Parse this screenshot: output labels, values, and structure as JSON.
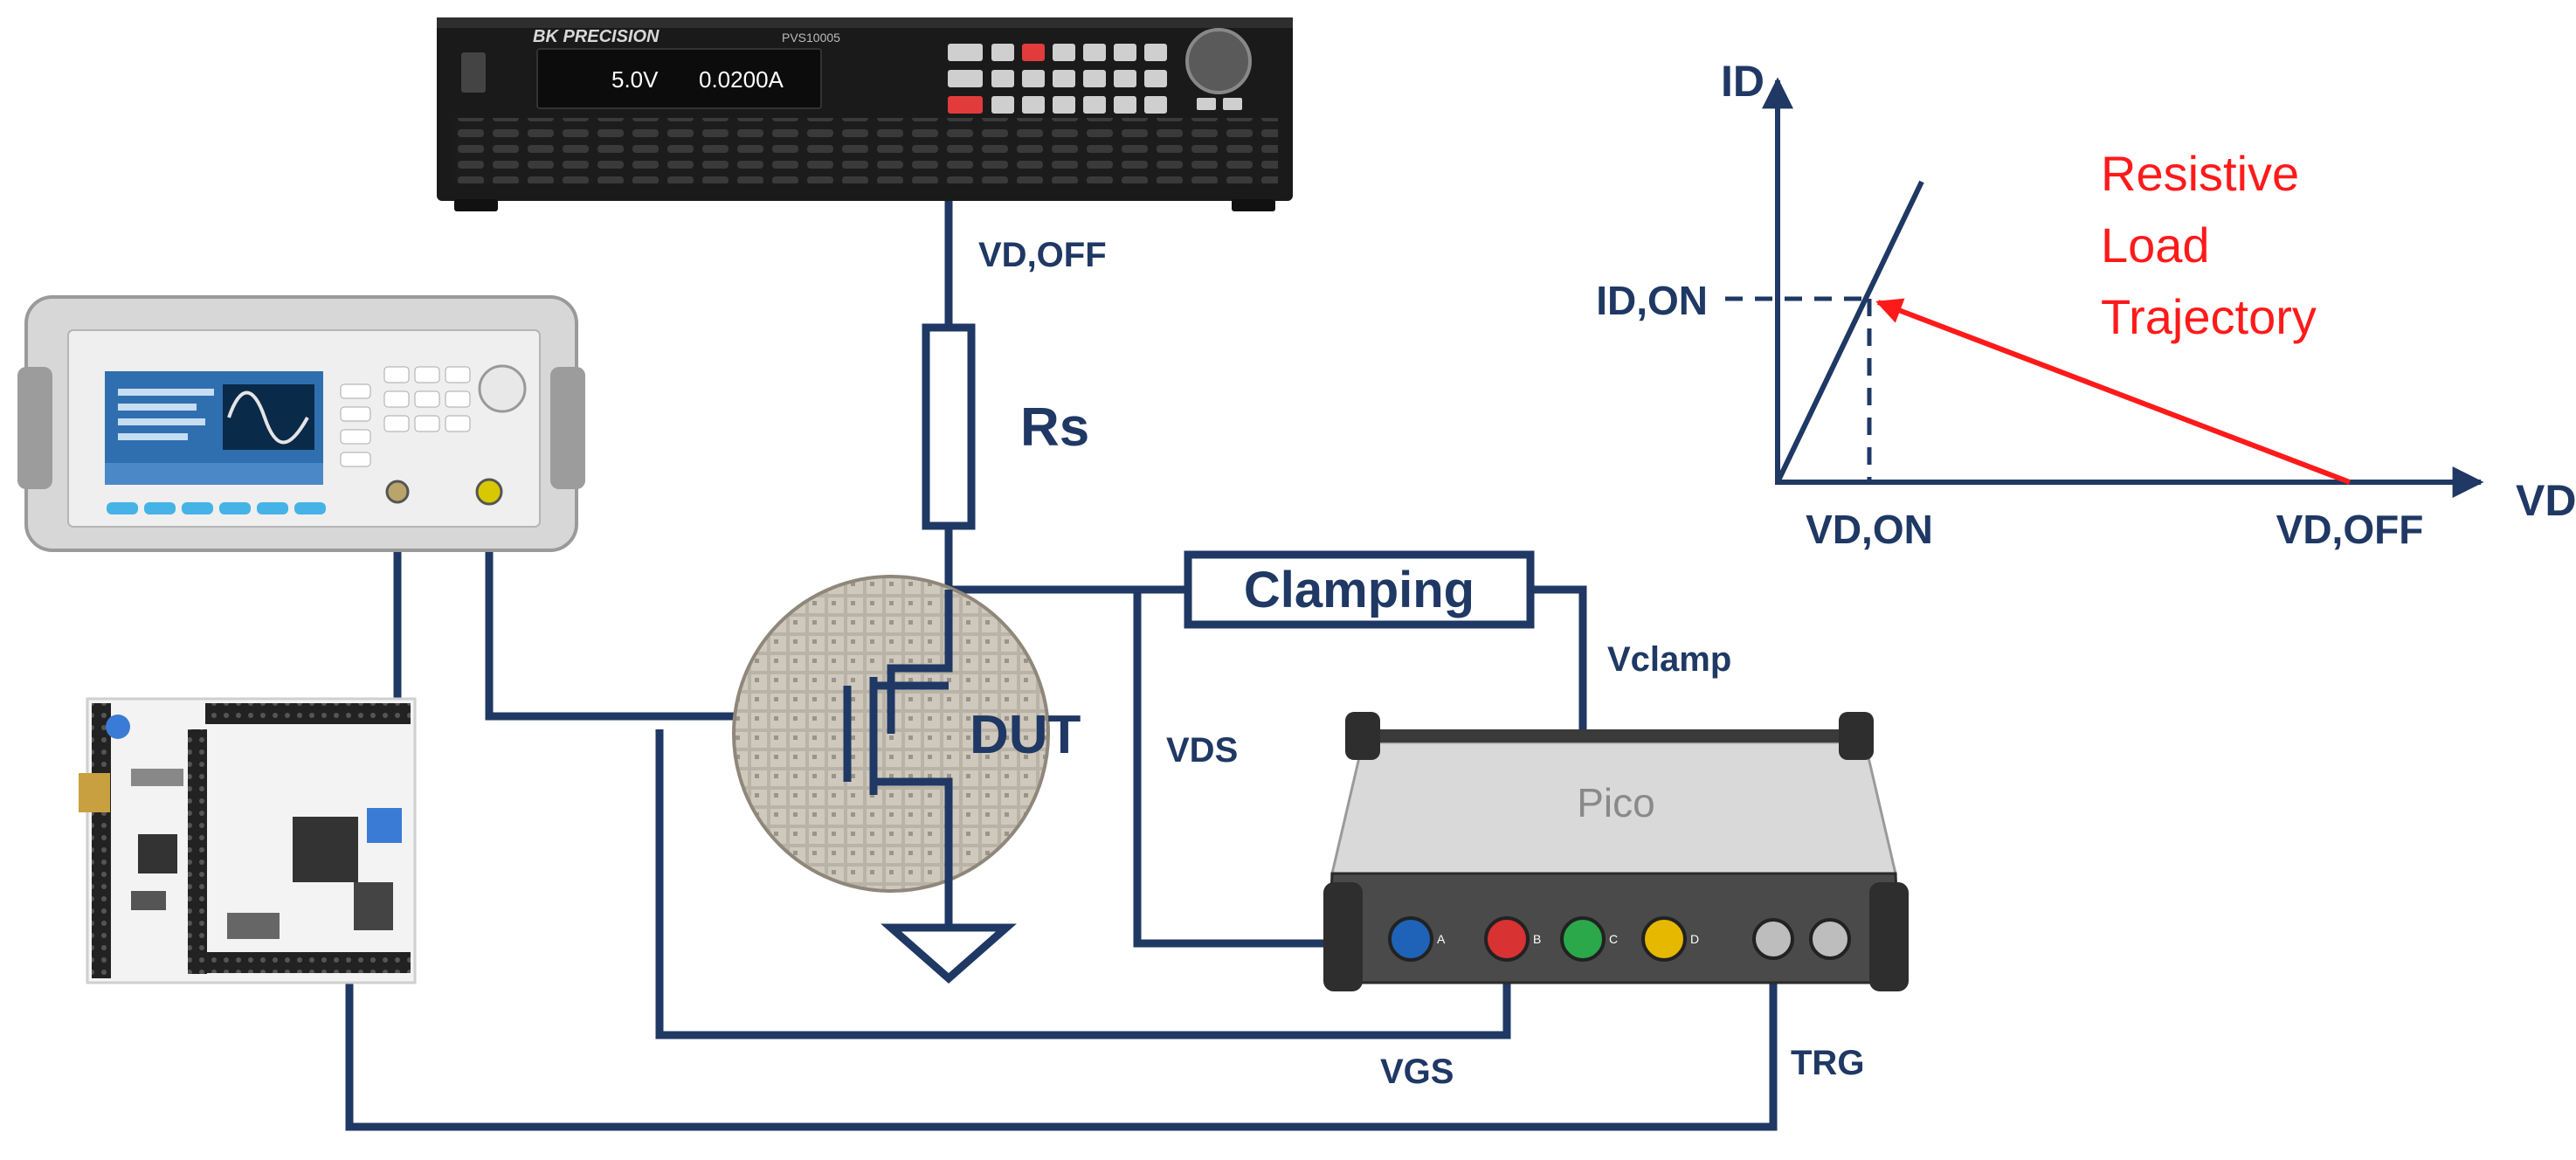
{
  "labels": {
    "vd_off_main": "VD,OFF",
    "rs": "Rs",
    "clamping": "Clamping",
    "vclamp": "Vclamp",
    "dut": "DUT",
    "vds": "VDS",
    "vgs": "VGS",
    "trg": "TRG"
  },
  "power_supply": {
    "brand": "BK PRECISION",
    "model": "PVS10005",
    "display_voltage": "5.0V",
    "display_current": "0.0200A"
  },
  "oscilloscope": {
    "brand": "Pico",
    "channels": [
      "A",
      "B",
      "C",
      "D"
    ]
  },
  "graph": {
    "y_axis": "ID",
    "x_axis": "VD",
    "id_on": "ID,ON",
    "vd_on": "VD,ON",
    "vd_off": "VD,OFF",
    "annotation_lines": [
      "Resistive",
      "Load",
      "Trajectory"
    ]
  },
  "colors": {
    "wire": "#1f3864",
    "trajectory": "#ff1a1a",
    "annotation": "#ff1a1a"
  }
}
